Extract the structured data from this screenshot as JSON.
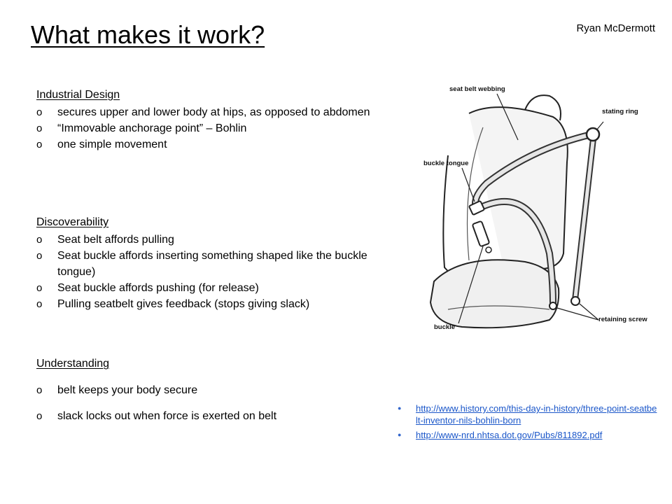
{
  "slide": {
    "title": "What makes it work?",
    "author": "Ryan McDermott"
  },
  "sections": {
    "industrial_design": {
      "heading": "Industrial Design",
      "items": [
        "secures upper and lower body at hips, as opposed to abdomen",
        "“Immovable anchorage point” – Bohlin",
        "one simple movement"
      ]
    },
    "discoverability": {
      "heading": "Discoverability",
      "items": [
        "Seat belt affords pulling",
        "Seat buckle affords inserting something shaped like the buckle tongue)",
        "Seat buckle affords pushing (for release)",
        "Pulling seatbelt gives feedback (stops giving slack)"
      ]
    },
    "understanding": {
      "heading": "Understanding",
      "items": [
        "belt keeps your body secure",
        "slack locks out when force is exerted on belt"
      ]
    }
  },
  "diagram": {
    "labels": {
      "webbing": "seat belt webbing",
      "stating_ring": "stating ring",
      "buckle_tongue": "buckle tongue",
      "buckle": "buckle",
      "retaining_screw": "retaining screw"
    }
  },
  "links": [
    "http://www.history.com/this-day-in-history/three-point-seatbelt-inventor-nils-bohlin-born",
    "http://www-nrd.nhtsa.dot.gov/Pubs/811892.pdf"
  ]
}
